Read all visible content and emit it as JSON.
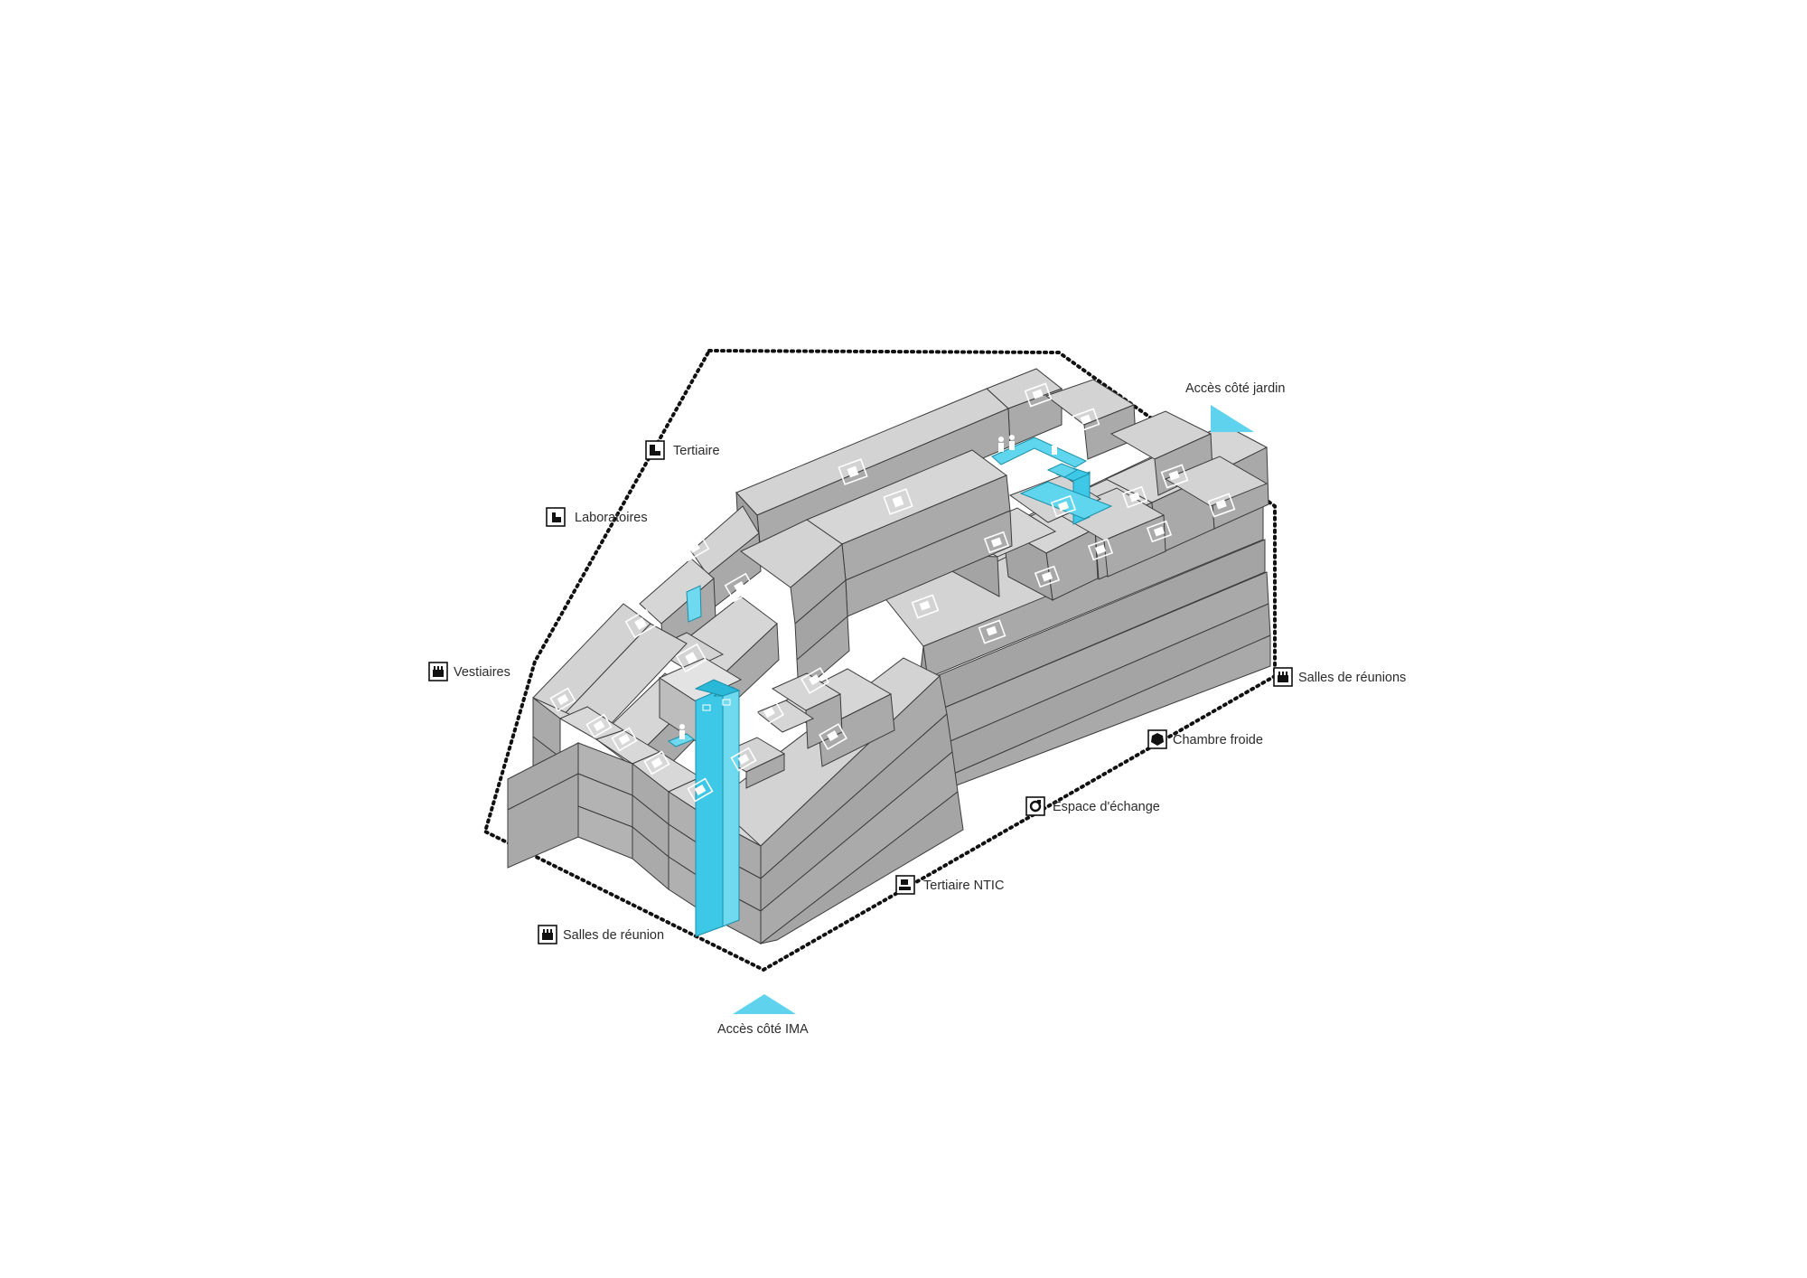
{
  "labels": {
    "tertiaire": "Tertiaire",
    "laboratoires": "Laboratoires",
    "vestiaires": "Vestiaires",
    "salles_reunion_sw": "Salles de réunion",
    "tertiaire_ntic": "Tertiaire NTIC",
    "espace_echange": "Espace d'échange",
    "chambre_froide": "Chambre froide",
    "salles_reunions_e": "Salles de réunions",
    "acces_jardin": "Accès côté jardin",
    "acces_ima": "Accès côté IMA"
  },
  "icons": {
    "tertiaire": "office-chair-icon",
    "laboratoires": "laboratory-icon",
    "vestiaires": "locker-room-icon",
    "salles_reunion": "meeting-room-icon",
    "tertiaire_ntic": "computer-desk-icon",
    "espace_echange": "exchange-icon",
    "chambre_froide": "snowflake-icon"
  },
  "colors": {
    "block_top": "#d3d3d3",
    "block_side": "#a7a7a7",
    "block_edge": "#3c3c3c",
    "circulation": "#3cc8e6",
    "boundary": "#111111",
    "background": "#ffffff"
  }
}
